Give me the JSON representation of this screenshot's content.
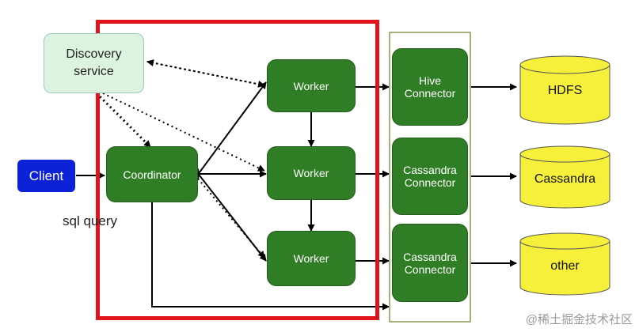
{
  "nodes": {
    "discovery": "Discovery\nservice",
    "client": "Client",
    "coordinator": "Coordinator",
    "worker_1": "Worker",
    "worker_2": "Worker",
    "worker_3": "Worker",
    "connector_1": "Hive\nConnector",
    "connector_2": "Cassandra\nConnector",
    "connector_3": "Cassandra\nConnector",
    "store_1": "HDFS",
    "store_2": "Cassandra",
    "store_3": "other"
  },
  "labels": {
    "sql_query": "sql query",
    "watermark": "@稀土掘金技术社区"
  },
  "colors": {
    "node_green": "#2f7d24",
    "client_blue": "#0b22d6",
    "discovery_fill": "#dcf3e0",
    "highlight_red": "#e1131b",
    "connector_group_border": "#a7b27a",
    "store_yellow": "#f7f03a"
  }
}
